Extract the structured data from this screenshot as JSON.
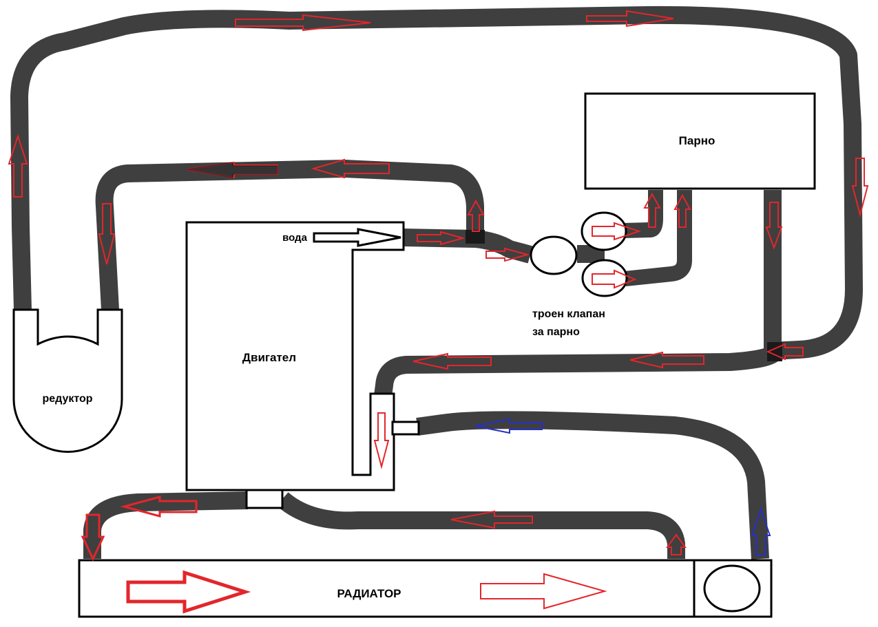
{
  "labels": {
    "engine": "Двигател",
    "water": "вода",
    "gearbox": "редуктор",
    "steam": "Парно",
    "valve_line1": "троен клапан",
    "valve_line2": "за парно",
    "radiator": "РАДИАТОР"
  },
  "colors": {
    "pipe": "#3f3f3f",
    "hot_flow": "#e3262b",
    "cold_flow": "#2530c8",
    "outline": "#000000"
  }
}
